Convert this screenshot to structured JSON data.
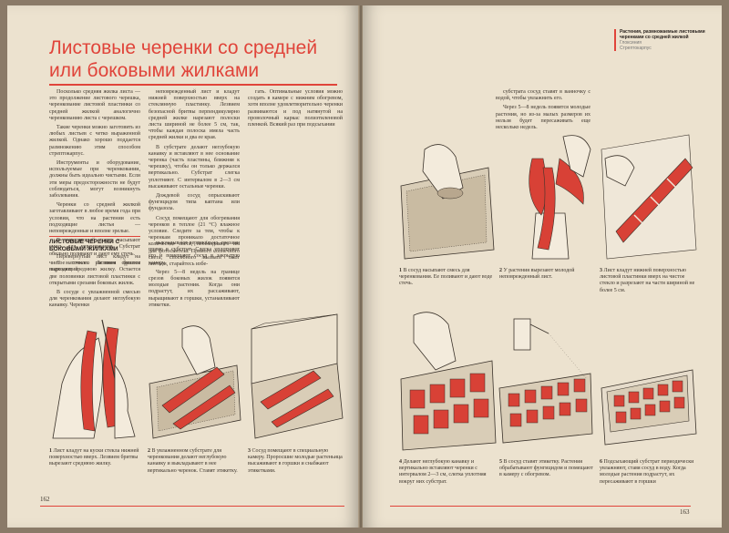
{
  "left_page": {
    "title": "Листовые черенки со средней или боковыми жилками",
    "intro_col1": [
      "Посколько средняя жилка листа — это продолжение листового черешка, черенкование листовой пластинки со средней жилкой аналогично черенкованию листа с черешком.",
      "Такие черенки можно заготовить из любых листьев с четко выраженной жилкой. Однако хорошо поддается размножению этим способом стрептокарпус.",
      "Инструменты и оборудование, используемые при черенковании, должны быть идеально чистыми. Если эти меры предосторожности не будут соблюдаться, могут возникнуть заболевания.",
      "Черенки со средней жилкой заготавливают в любое время года при условии, что на растении есть подходящие листья — неповрежденные и вполне зрелые.",
      "В пластиковый сосуд насыпают смесь для черенкования. Субстрат обильно поливают и дают ему стечь.",
      "С маточного растения срезают подходящий"
    ],
    "intro_col2": [
      "неповрежденный лист и кладут нижней поверхностью вверх на стеклянную пластинку. Лезвием безопасной бритвы перпендикулярно средней жилке нарезают полоски листа шириной не более 5 см, так, чтобы каждая полоска имела часть средней жилки и два ее края.",
      "В субстрате делают неглубокую канавку и вставляют в нее основание черенка (часть пластины, ближняя к черешку), чтобы он только держался вертикально. Субстрат слегка уплотняют. С интервалом в 2—3 см высаживают остальные черенки.",
      "Дождевой сосуд опрыскивают фунгицидом типа каптана или фундазола.",
      "Сосуд помещают для обогревания черенков в теплое (21 °C) влажное условие. Следите за тем, чтобы к черенкам проникало достаточное количество света, необходимого им для фотосинтеза. Прямого солнечного света, способного вызвать ожог листьев, старайтесь избе-"
    ],
    "intro_col3": [
      "гать. Оптимальные условия можно создать в камере с нижним обогревом, хотя вполне удовлетворительно черенки развиваются и под натянутой на проволочный каркас полиэтиленовой пленкой. Всякий раз при подсыхании"
    ],
    "subheading": "ЛИСТОВЫЕ ЧЕРЕНКИ С БОКОВЫМИ ЖИЛКАМИ",
    "sub_col1": [
      "Перевернутый лист кладут на чистое стекло. Лезвием бритвы вырезают среднюю жилку. Остается две половинки листовой пластинки с открытыми срезами боковых жилок.",
      "В сосуде с увлажненной смесью для черенкования делают неглубокую канавку. Черенки"
    ],
    "sub_col2": [
      "выкладывают вертикально, срезами прямо в субстрат. Слегка уплотняют его и помещают сосуд в закрытую камеру.",
      "Через 5—8 недель на границе срезов боковых жилок появятся молодые растения. Когда они подрастут, их рассаживают, выращивают в горшки, устанавливают этикетки."
    ],
    "captions": [
      {
        "num": "1",
        "text": "Лист кладут на куски стекла нижней поверхностью вверх. Лезвием бритвы вырезают среднюю жилку."
      },
      {
        "num": "2",
        "text": "В увлажненном субстрате для черенкования делают неглубокую канавку и выкладывают в нее вертикально черенок. Ставят этикетку."
      },
      {
        "num": "3",
        "text": "Сосуд помещают в специальную камеру. Проросшие молодые растеньица высаживают в горшки и снабжают этикетками."
      }
    ],
    "page_number": "162"
  },
  "right_page": {
    "sidebar_heading": "Растения, размножаемые листовыми черенками со средней жилкой",
    "sidebar_plants": [
      "Глоксиния",
      "Стрептокарпус"
    ],
    "col_a": [
      "субстрата сосуд ставят в ванночку с водой, чтобы увлажнить его.",
      "Через 5—8 недель появятся молодые растения, но из-за малых размеров их нельзя будет пересаживать еще несколько недель."
    ],
    "captions": [
      {
        "num": "1",
        "text": "В сосуд насыпают смесь для черенкования. Ее поливают и дают воде стечь."
      },
      {
        "num": "2",
        "text": "У растения вырезают молодой неповрежденный лист."
      },
      {
        "num": "3",
        "text": "Лист кладут нижней поверхностью листовой пластинки вверх на чистое стекло и разрезают на части шириной не более 5 см."
      },
      {
        "num": "4",
        "text": "Делают неглубокую канавку и вертикально вставляют черенки с интервалом 2—3 см, слегка уплотняя вокруг них субстрат."
      },
      {
        "num": "5",
        "text": "В сосуд ставят этикетку. Растения обрабатывают фунгицидом и помещают в камеру с обогревом."
      },
      {
        "num": "6",
        "text": "Подсыхающий субстрат периодически увлажняют, ставя сосуд в воду. Когда молодые растения подрастут, их пересаживают в горшки"
      }
    ],
    "page_number": "163"
  },
  "colors": {
    "accent": "#e0443a",
    "paper": "#ece2cf",
    "ink": "#3b332b"
  }
}
